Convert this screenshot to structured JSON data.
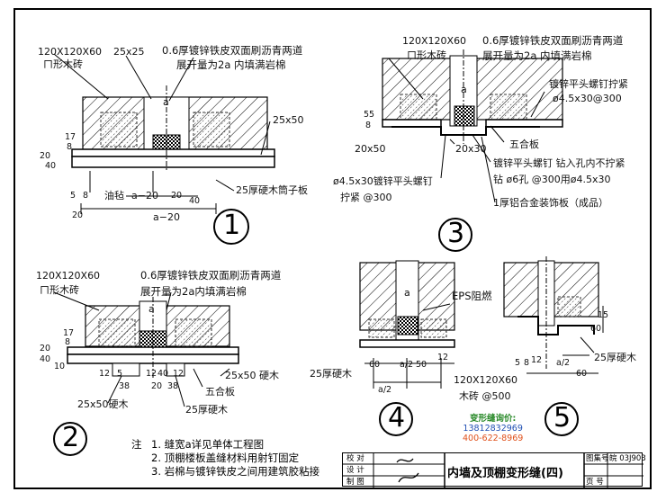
{
  "detail1": {
    "number": "1",
    "brick": "120X120X60",
    "brick_type": "ㄇ形木砖",
    "dim_25x25": "25x25",
    "sheet_note": "0.6厚镀锌铁皮双面刷沥青两道",
    "sheet_note2": "展开量为2a 内填满岩棉",
    "dim_25x50": "25x50",
    "dim_17": "17",
    "dim_8": "8",
    "dim_20": "20",
    "dim_40": "40",
    "felt": "油毡",
    "dim_5": "5",
    "dim_8b": "8",
    "dim_20b": "20",
    "dim_a20": "a−20",
    "dim_20c": "20",
    "dim_40b": "40",
    "dim_a20b": "a−20",
    "board": "25厚硬木筒子板",
    "label_a": "a"
  },
  "detail2": {
    "number": "2",
    "brick": "120X120X60",
    "brick_type": "ㄇ形木砖",
    "sheet_note": "0.6厚镀锌铁皮双面刷沥青两道",
    "sheet_note2": "展开量为2a内填满岩棉",
    "dim_17": "17",
    "dim_8": "8",
    "dim_20": "20",
    "dim_40": "40",
    "dim_10": "10",
    "dim_12": "12",
    "dim_5": "5",
    "dim_38": "38",
    "dim_12b": "12",
    "dim_40b": "40",
    "dim_12c": "12",
    "dim_20b": "20",
    "dim_38b": "38",
    "wood1": "25x50 硬木",
    "wood2": "25x50硬木",
    "plywood": "五合板",
    "board": "25厚硬木",
    "label_a": "a"
  },
  "detail3": {
    "number": "3",
    "brick": "120X120X60",
    "brick_type": "ㄇ形木砖",
    "sheet_note": "0.6厚镀锌铁皮双面刷沥青两道",
    "sheet_note2": "展开量为2a 内填满岩棉",
    "screw_note": "镀锌平头螺钉拧紧",
    "screw_spec": "ø4.5x30@300",
    "dim_55": "55",
    "dim_8": "8",
    "dim_20x50": "20x50",
    "dim_20x30": "20x30",
    "plywood": "五合板",
    "screw2": "镀锌平头螺钉 钻入孔内不拧紧",
    "screw2b": "钻 ø6孔 @300用ø4.5x30",
    "screw3": "ø4.5x30镀锌平头螺钉",
    "screw3b": "拧紧 @300",
    "trim": "1厚铝合金装饰板（成品）",
    "label_a": "a"
  },
  "detail4": {
    "number": "4",
    "eps": "EPS阻燃",
    "label_a": "a",
    "board": "25厚硬木",
    "dim_60": "60",
    "dim_a2": "a/2",
    "dim_a2b": "a/2",
    "dim_50": "50",
    "dim_12": "12",
    "brick": "120X120X60",
    "brick2": "木砖 @500"
  },
  "detail5": {
    "number": "5",
    "dim_15": "15",
    "dim_60": "60",
    "dim_12": "12",
    "dim_a2": "a/2",
    "dim_60b": "60",
    "board": "25厚硬木",
    "dim_5": "5",
    "dim_8": "8"
  },
  "notes": {
    "label": "注",
    "items": [
      "1. 缝宽a详见单体工程图",
      "2. 顶棚楼板盖缝材料用射钉固定",
      "3. 岩棉与镀锌铁皮之间用建筑胶粘接"
    ]
  },
  "watermark": {
    "title": "变形缝询价:",
    "phone1": "13812832969",
    "phone2": "400-622-8969"
  },
  "title_block": {
    "review": "校 对",
    "design": "设 计",
    "draft": "制 图",
    "title": "内墙及顶棚变形缝(四)",
    "atlas_label": "图集号",
    "atlas_no": "皖 03J903",
    "page_label": "页 号"
  }
}
